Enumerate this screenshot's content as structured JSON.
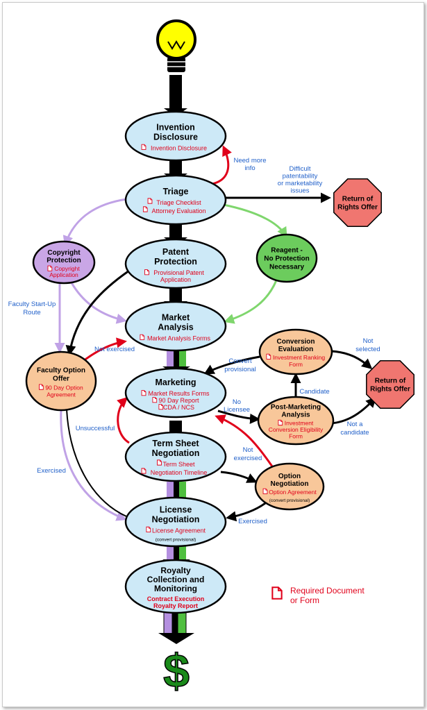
{
  "colors": {
    "blue_node": "#cde9f7",
    "purple_node": "#c9a6e6",
    "green_node": "#6ccc5d",
    "orange_node": "#f8c79a",
    "stop_sign": "#f07670",
    "red": "#e0001a",
    "link_blue": "#1f5fc9",
    "purple_arrow": "#c0a2e6",
    "green_arrow": "#7fd66d",
    "dollar": "#1a8a1a",
    "bulb": "#ffff00"
  },
  "icons": [
    "lightbulb-icon",
    "document-icon",
    "dollar-icon"
  ],
  "nodes": {
    "invention_disclosure": {
      "title": [
        "Invention",
        "Disclosure"
      ],
      "docs": [
        "Invention Disclosure"
      ]
    },
    "triage": {
      "title": [
        "Triage"
      ],
      "docs": [
        "Triage Checklist",
        "Attorney Evaluation"
      ]
    },
    "patent_protection": {
      "title": [
        "Patent",
        "Protection"
      ],
      "docs": [
        "Provisional Patent",
        "Application"
      ]
    },
    "copyright_protection": {
      "title": [
        "Copyright",
        "Protection"
      ],
      "docs": [
        "Copyright",
        "Application"
      ]
    },
    "reagent": {
      "title": [
        "Reagent -",
        "No Protection",
        "Necessary"
      ]
    },
    "return_of_rights_1": {
      "title": [
        "Return of",
        "Rights Offer"
      ]
    },
    "market_analysis": {
      "title": [
        "Market",
        "Analysis"
      ],
      "docs": [
        "Market Analysis Forms"
      ]
    },
    "faculty_option_offer": {
      "title": [
        "Faculty Option",
        "Offer"
      ],
      "docs": [
        "90 Day Option",
        "Agreement"
      ]
    },
    "marketing": {
      "title": [
        "Marketing"
      ],
      "docs": [
        "Market Results Forms",
        "90 Day Report",
        "CDA / NCS"
      ]
    },
    "conversion_evaluation": {
      "title": [
        "Conversion",
        "Evaluation"
      ],
      "docs": [
        "Investment Ranking",
        "Form"
      ]
    },
    "return_of_rights_2": {
      "title": [
        "Return of",
        "Rights Offer"
      ]
    },
    "post_marketing_analysis": {
      "title": [
        "Post-Marketing",
        "Analysis"
      ],
      "docs": [
        "Investment",
        "Conversion Eligibility",
        "Form"
      ]
    },
    "term_sheet_negotiation": {
      "title": [
        "Term Sheet",
        "Negotiation"
      ],
      "docs": [
        "Term Sheet",
        "Negotiation Timeline"
      ]
    },
    "option_negotiation": {
      "title": [
        "Option",
        "Negotiation"
      ],
      "docs": [
        "Option Agreement"
      ],
      "note": "(convert provisional)"
    },
    "license_negotiation": {
      "title": [
        "License",
        "Negotiation"
      ],
      "docs": [
        "License Agreement"
      ],
      "note": "(convert provisional)"
    },
    "royalty": {
      "title": [
        "Royalty",
        "Collection and",
        "Monitoring"
      ],
      "docs": [
        "Contract Execution",
        "Royalty Report"
      ]
    }
  },
  "edge_labels": {
    "need_more_info": [
      "Need more",
      "info"
    ],
    "difficult": [
      "Difficult",
      "patentability",
      "or marketability",
      "issues"
    ],
    "faculty_startup": [
      "Faculty Start-Up",
      "Route"
    ],
    "not_exercised_1": [
      "Not exercised"
    ],
    "convert_provisional": [
      "Convert",
      "provisional"
    ],
    "not_selected": [
      "Not",
      "selected"
    ],
    "candidate": [
      "Candidate"
    ],
    "no_licensee": [
      "No",
      "Licensee"
    ],
    "not_a_candidate": [
      "Not a",
      "candidate"
    ],
    "unsuccessful": [
      "Unsuccessful"
    ],
    "not_exercised_2": [
      "Not",
      "exercised"
    ],
    "exercised_1": [
      "Exercised"
    ],
    "exercised_2": [
      "Exercised"
    ]
  },
  "legend": {
    "label": [
      "Required Document",
      "or Form"
    ]
  },
  "dollar_symbol": "$"
}
